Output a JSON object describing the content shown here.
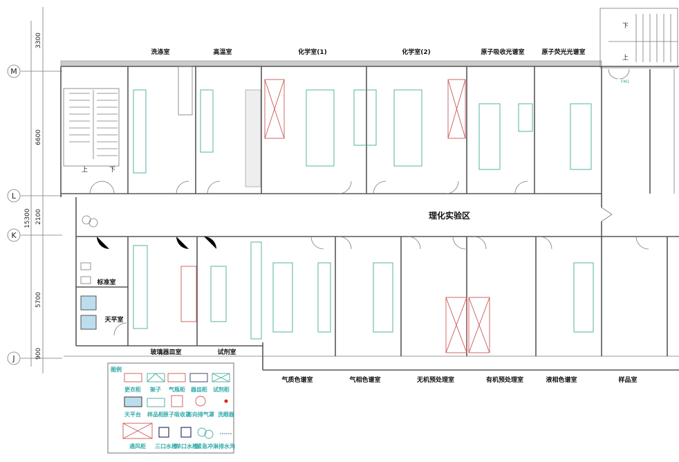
{
  "axes": [
    "M",
    "L",
    "K",
    "J"
  ],
  "dimensions": {
    "d1": "3300",
    "d2": "6600",
    "d3": "2100",
    "d4": "5700",
    "d5": "900",
    "total": "15300"
  },
  "rooms_top": [
    "洗涤室",
    "高温室",
    "化学室(1)",
    "化学室(2)",
    "原子吸收光谱室",
    "原子荧光光谱室"
  ],
  "corridor": "理化实验区",
  "rooms_left": [
    "标准室",
    "天平室"
  ],
  "rooms_bottom": [
    "玻璃器皿室",
    "试剂室",
    "气质色谱室",
    "气相色谱室",
    "无机预处理室",
    "有机预处理室",
    "液相色谱室",
    "样品室"
  ],
  "stair": {
    "up": "上",
    "down": "下",
    "door": "FM1"
  },
  "legend": {
    "title": "图例",
    "items": [
      "更衣柜",
      "架子",
      "气瓶柜",
      "器皿柜",
      "试剂柜",
      "天平台",
      "样品柜",
      "原子吸收罩",
      "万向排气罩",
      "洗眼器",
      "通风柜",
      "三口水槽",
      "单口水槽",
      "紧急冲淋",
      "排水沟"
    ]
  },
  "colors": {
    "wall": "#555555",
    "equipment_red": "#cc5555",
    "equipment_teal": "#44aa99",
    "legend_text": "#33aaaa"
  }
}
